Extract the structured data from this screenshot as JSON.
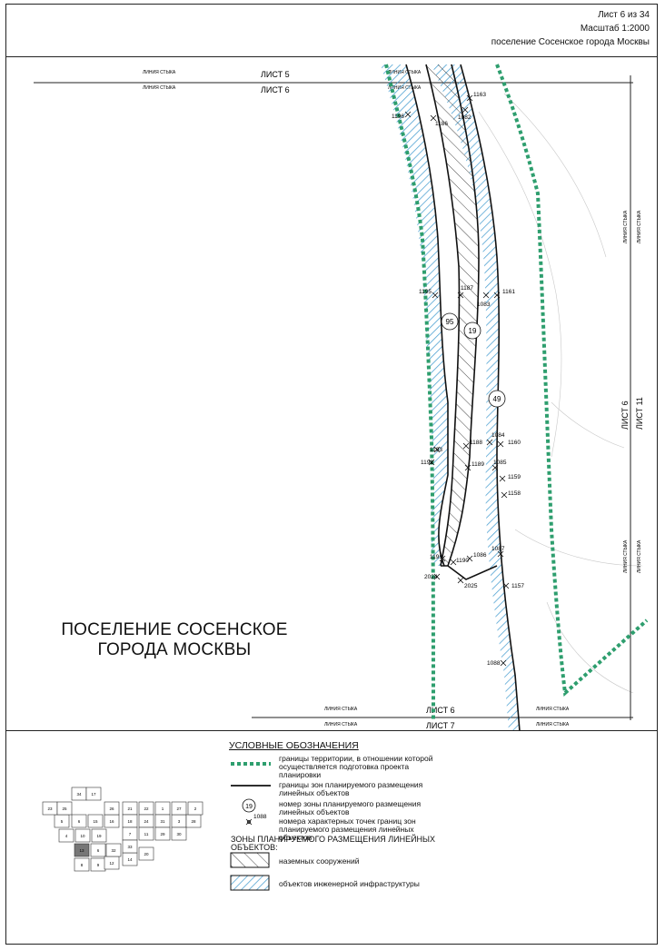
{
  "header": {
    "sheet": "Лист 6 из 34",
    "scale": "Масштаб 1:2000",
    "settlement": "поселение Сосенское города Москвы"
  },
  "map": {
    "place_name_line1": "ПОСЕЛЕНИЕ СОСЕНСКОЕ",
    "place_name_line2": "ГОРОДА МОСКВЫ",
    "junction_label": "ЛИНИЯ СТЫКА",
    "sheet_top_above": "ЛИСТ 5",
    "sheet_top_below": "ЛИСТ 6",
    "sheet_bottom_above": "ЛИСТ 6",
    "sheet_bottom_below": "ЛИСТ 7",
    "sheet_right_left": "ЛИСТ 6",
    "sheet_right_right": "ЛИСТ 11",
    "zone_numbers": [
      "95",
      "19",
      "49"
    ],
    "points": [
      "1163",
      "1196",
      "1186",
      "1082",
      "1195",
      "1187",
      "1083",
      "1161",
      "1084",
      "1160",
      "1193",
      "1188",
      "1192",
      "1189",
      "1085",
      "1159",
      "1158",
      "1087",
      "1191",
      "1190",
      "1086",
      "2024",
      "2025",
      "1157",
      "1088"
    ]
  },
  "legend": {
    "title": "УСЛОВНЫЕ ОБОЗНАЧЕНИЯ",
    "boundary": "границы территории, в отношении которой\nосуществляется подготовка проекта\nпланировки",
    "zones_boundary": "границы зон планируемого размещения\nлинейных объектов",
    "zone_number_label": "номер зоны планируемого размещения\nлинейных объектов",
    "zone_number_sample": "19",
    "points_label": "номера характерных точек границ зон\nпланируемого размещения линейных\nобъектов",
    "point_sample": "1088",
    "zones_section": "ЗОНЫ ПЛАНИРУЕМОГО РАЗМЕЩЕНИЯ ЛИНЕЙНЫХ\nОБЪЕКТОВ:",
    "ground": "наземных сооружений",
    "engineering": "объектов инженерной инфраструктуры",
    "key_map_cells": [
      "34",
      "17",
      "21",
      "22",
      "1",
      "5",
      "6",
      "15",
      "16",
      "18",
      "24",
      "31",
      "3",
      "4",
      "10",
      "19",
      "7",
      "11",
      "13",
      "6",
      "8",
      "9",
      "12",
      "14",
      "20",
      "23",
      "25",
      "26",
      "27",
      "28",
      "29",
      "30",
      "32",
      "33",
      "2"
    ]
  },
  "colors": {
    "boundary_green": "#2e9e6e",
    "hatch_blue": "#4a9fd1",
    "outline": "#111111"
  }
}
